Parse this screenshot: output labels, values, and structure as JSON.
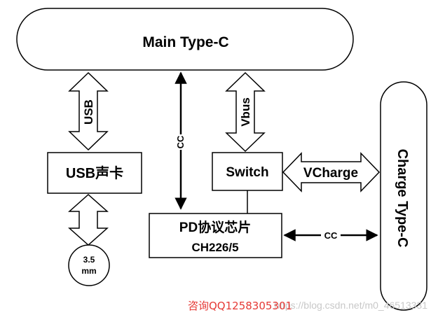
{
  "nodes": {
    "main_typec": "Main Type-C",
    "charge_typec": "Charge Type-C",
    "usb_card": "USB声卡",
    "switch": "Switch",
    "pd_line1": "PD协议芯片",
    "pd_line2": "CH226/5",
    "jack_line1": "3.5",
    "jack_line2": "mm"
  },
  "edges": {
    "usb": "USB",
    "cc_left": "CC",
    "vbus": "Vbus",
    "vcharge": "VCharge",
    "cc_right": "CC"
  },
  "watermark": {
    "contact": "咨询QQ1258305301",
    "url": "https://blog.csdn.net/m0_46513331"
  }
}
